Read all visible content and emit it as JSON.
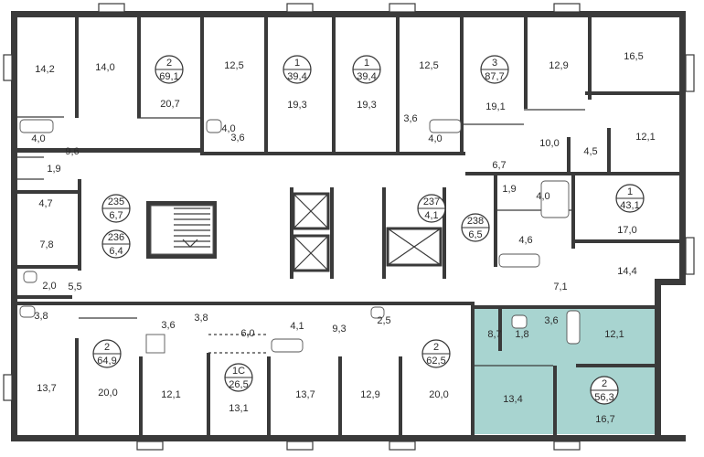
{
  "colors": {
    "wall": "#3a3a3a",
    "highlight": "#a8d4d0",
    "background": "#ffffff"
  },
  "rooms": [
    {
      "id": "r1",
      "text": "14,2"
    },
    {
      "id": "r2",
      "text": "14,0"
    },
    {
      "id": "r3",
      "text": "20,7"
    },
    {
      "id": "r4",
      "text": "12,5"
    },
    {
      "id": "r5",
      "text": "19,3"
    },
    {
      "id": "r6",
      "text": "19,3"
    },
    {
      "id": "r7",
      "text": "12,5"
    },
    {
      "id": "r8",
      "text": "19,1"
    },
    {
      "id": "r9",
      "text": "12,9"
    },
    {
      "id": "r10",
      "text": "16,5"
    },
    {
      "id": "r11",
      "text": "12,1"
    },
    {
      "id": "r12",
      "text": "4,0"
    },
    {
      "id": "r13",
      "text": "9,6"
    },
    {
      "id": "r14",
      "text": "1,9"
    },
    {
      "id": "r15",
      "text": "4,7"
    },
    {
      "id": "r16",
      "text": "4,0"
    },
    {
      "id": "r17",
      "text": "3,6"
    },
    {
      "id": "r18",
      "text": "3,6"
    },
    {
      "id": "r19",
      "text": "4,0"
    },
    {
      "id": "r20",
      "text": "10,0"
    },
    {
      "id": "r21",
      "text": "4,5"
    },
    {
      "id": "r22",
      "text": "6,7"
    },
    {
      "id": "r23",
      "text": "1,9"
    },
    {
      "id": "r24",
      "text": "4,0"
    },
    {
      "id": "r25",
      "text": "17,0"
    },
    {
      "id": "r26",
      "text": "7,8"
    },
    {
      "id": "r27",
      "text": "4,6"
    },
    {
      "id": "r28",
      "text": "14,4"
    },
    {
      "id": "r29",
      "text": "2,0"
    },
    {
      "id": "r30",
      "text": "5,5"
    },
    {
      "id": "r31",
      "text": "7,1"
    },
    {
      "id": "r32",
      "text": "3,8"
    },
    {
      "id": "r33",
      "text": "3,6"
    },
    {
      "id": "r34",
      "text": "3,8"
    },
    {
      "id": "r35",
      "text": "6,0"
    },
    {
      "id": "r36",
      "text": "4,1"
    },
    {
      "id": "r37",
      "text": "9,3"
    },
    {
      "id": "r38",
      "text": "2,5"
    },
    {
      "id": "r39",
      "text": "8,7"
    },
    {
      "id": "r40",
      "text": "1,8"
    },
    {
      "id": "r41",
      "text": "3,6"
    },
    {
      "id": "r42",
      "text": "12,1"
    },
    {
      "id": "r43",
      "text": "13,7"
    },
    {
      "id": "r44",
      "text": "20,0"
    },
    {
      "id": "r45",
      "text": "12,1"
    },
    {
      "id": "r46",
      "text": "13,1"
    },
    {
      "id": "r47",
      "text": "13,7"
    },
    {
      "id": "r48",
      "text": "12,9"
    },
    {
      "id": "r49",
      "text": "20,0"
    },
    {
      "id": "r50",
      "text": "13,4"
    },
    {
      "id": "r51",
      "text": "16,7"
    }
  ],
  "apartments": [
    {
      "id": "a1",
      "rooms": "2",
      "area": "69,1"
    },
    {
      "id": "a2",
      "rooms": "1",
      "area": "39,4"
    },
    {
      "id": "a3",
      "rooms": "1",
      "area": "39,4"
    },
    {
      "id": "a4",
      "rooms": "3",
      "area": "87,7"
    },
    {
      "id": "a5",
      "rooms": "1",
      "area": "43,1"
    },
    {
      "id": "a6",
      "rooms": "235",
      "area": "6,7"
    },
    {
      "id": "a7",
      "rooms": "236",
      "area": "6,4"
    },
    {
      "id": "a8",
      "rooms": "237",
      "area": "4,1"
    },
    {
      "id": "a9",
      "rooms": "238",
      "area": "6,5"
    },
    {
      "id": "a10",
      "rooms": "2",
      "area": "64,9"
    },
    {
      "id": "a11",
      "rooms": "1С",
      "area": "26,5"
    },
    {
      "id": "a12",
      "rooms": "2",
      "area": "62,5"
    },
    {
      "id": "a13",
      "rooms": "2",
      "area": "56,3"
    }
  ]
}
